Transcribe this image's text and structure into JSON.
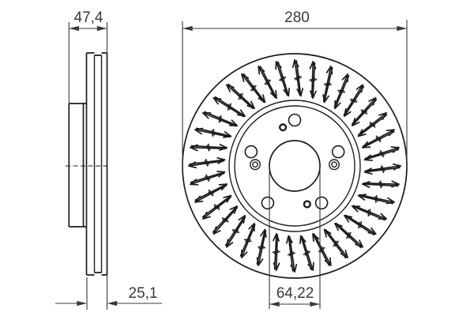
{
  "drawing": {
    "type": "brake-disc-technical-drawing",
    "dimensions": {
      "hat_width": "47,4",
      "outer_diameter": "280",
      "thickness": "25,1",
      "center_bore": "64,22"
    },
    "front_view": {
      "bolt_hole_count": 5,
      "countersunk_hole_count": 2,
      "pin_hole_count": 2
    },
    "colors": {
      "line": "#1d1d1b",
      "text": "#3a3a3b",
      "background": "#ffffff"
    }
  }
}
